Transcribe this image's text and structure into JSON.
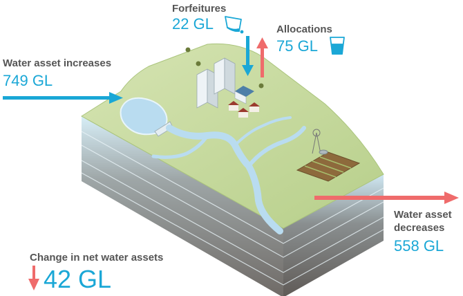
{
  "flows": {
    "forfeitures": {
      "label": "Forfeitures",
      "value": "22 GL",
      "icon": "water-glass-pouring-icon"
    },
    "allocations": {
      "label": "Allocations",
      "value": "75 GL",
      "icon": "water-glass-icon"
    },
    "increases": {
      "label": "Water asset increases",
      "value": "749 GL"
    },
    "decreases": {
      "label_line1": "Water asset",
      "label_line2": "decreases",
      "value": "558 GL"
    },
    "net_change": {
      "label": "Change in net water assets",
      "value": "42 GL",
      "direction": "down"
    }
  },
  "colors": {
    "inflow_arrow": "#1aa7d6",
    "outflow_arrow": "#ef6b6b",
    "value_text": "#1aa7d6",
    "label_text": "#555555",
    "grass": "#c3d79a",
    "water": "#b9dcf0"
  }
}
